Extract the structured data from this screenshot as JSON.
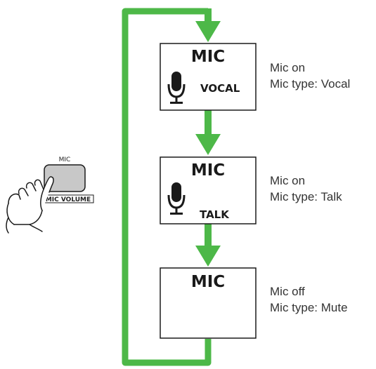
{
  "colors": {
    "loop": "#4db848",
    "box_border": "#1a1a1a",
    "button_fill": "#c8c8c8"
  },
  "panel": {
    "button_label": "MIC",
    "volume_label": "MIC VOLUME",
    "icons": [
      "hand-pointer-icon"
    ]
  },
  "states": [
    {
      "title": "MIC",
      "sub_label": "VOCAL",
      "icon": "microphone-icon",
      "desc_line1": "Mic on",
      "desc_line2": "Mic type: Vocal"
    },
    {
      "title": "MIC",
      "sub_label": "TALK",
      "icon": "microphone-icon",
      "desc_line1": "Mic on",
      "desc_line2": "Mic type: Talk"
    },
    {
      "title": "MIC",
      "sub_label": "",
      "icon": "",
      "desc_line1": "Mic off",
      "desc_line2": "Mic type: Mute"
    }
  ]
}
